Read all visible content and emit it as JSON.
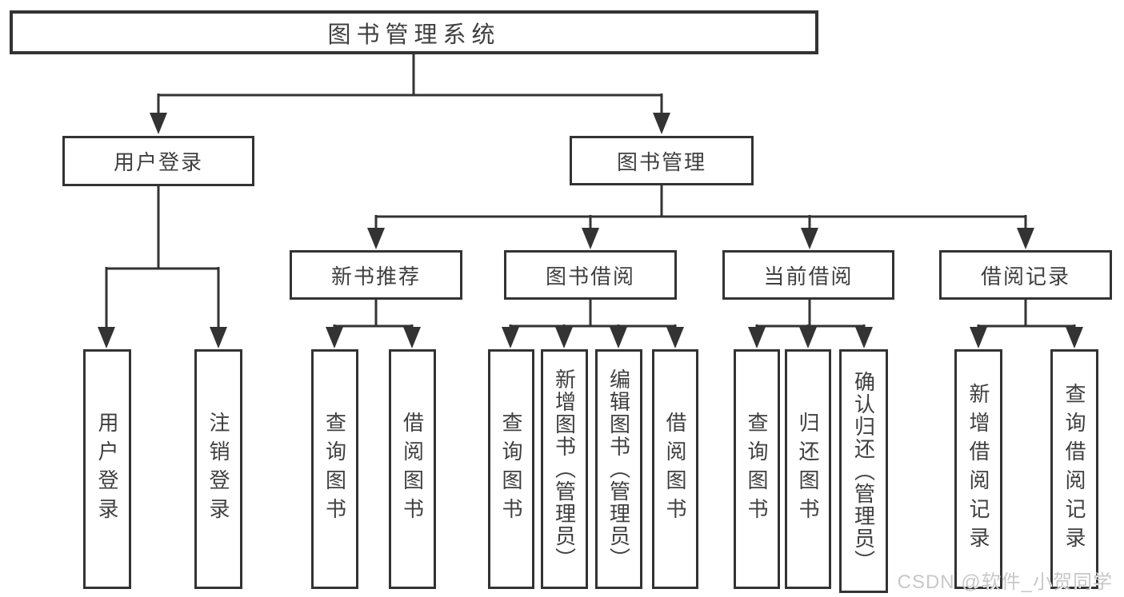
{
  "diagram": {
    "root": {
      "label": "图书管理系统"
    },
    "level2": [
      {
        "label": "用户登录"
      },
      {
        "label": "图书管理"
      }
    ],
    "level3": [
      {
        "label": "新书推荐"
      },
      {
        "label": "图书借阅"
      },
      {
        "label": "当前借阅"
      },
      {
        "label": "借阅记录"
      }
    ],
    "leaves": {
      "user_login": [
        "用户登录",
        "注销登录"
      ],
      "new_book": [
        "查询图书",
        "借阅图书"
      ],
      "book_borrow": [
        "查询图书",
        "新增图书（管理员）",
        "编辑图书（管理员）",
        "借阅图书"
      ],
      "current_borrow": [
        "查询图书",
        "归还图书",
        "确认归还（管理员）"
      ],
      "borrow_record": [
        "新增借阅记录",
        "查询借阅记录"
      ]
    }
  },
  "watermark": "CSDN @软件_小贺同学",
  "colors": {
    "line": "#333333",
    "text": "#3f3f3f",
    "watermark": "#c8c8c8",
    "background": "#ffffff"
  }
}
